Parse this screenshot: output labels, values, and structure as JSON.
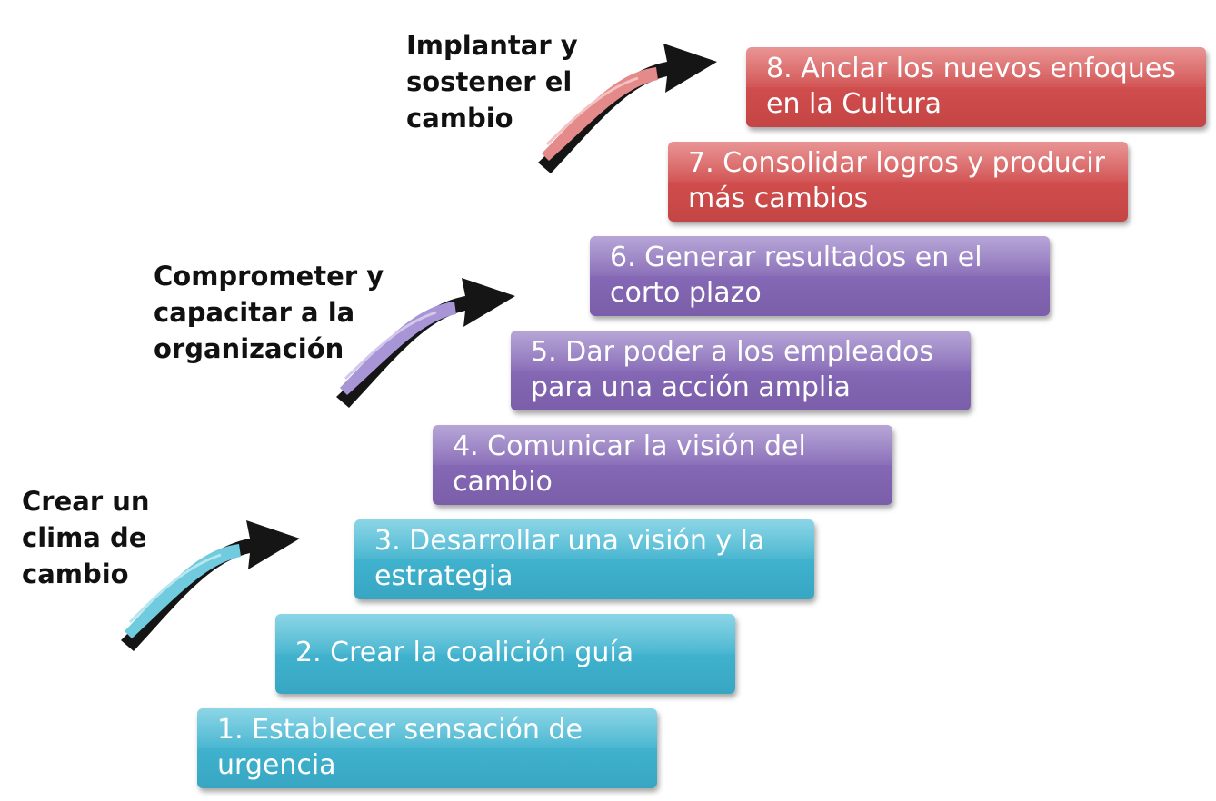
{
  "phases": [
    {
      "label": "Crear un\nclima de\ncambio",
      "color": "#6fcbdd"
    },
    {
      "label": "Comprometer y\ncapacitar a la\norganización",
      "color": "#a895d6"
    },
    {
      "label": "Implantar y\nsostener el\ncambio",
      "color": "#e58a8a"
    }
  ],
  "steps": [
    {
      "text": "1. Establecer sensación de urgencia"
    },
    {
      "text": "2. Crear la coalición guía"
    },
    {
      "text": "3. Desarrollar una visión y la estrategia"
    },
    {
      "text": "4. Comunicar la visión del cambio"
    },
    {
      "text": "5. Dar poder a los empleados para una acción amplia"
    },
    {
      "text": "6. Generar resultados en el corto plazo"
    },
    {
      "text": "7. Consolidar logros y producir más cambios"
    },
    {
      "text": "8. Anclar los nuevos enfoques en la Cultura"
    }
  ],
  "colors": {
    "teal": "#3fb1cd",
    "purple": "#8467b4",
    "red": "#cf4c4c"
  },
  "icons": [
    "curved-arrow-icon"
  ]
}
